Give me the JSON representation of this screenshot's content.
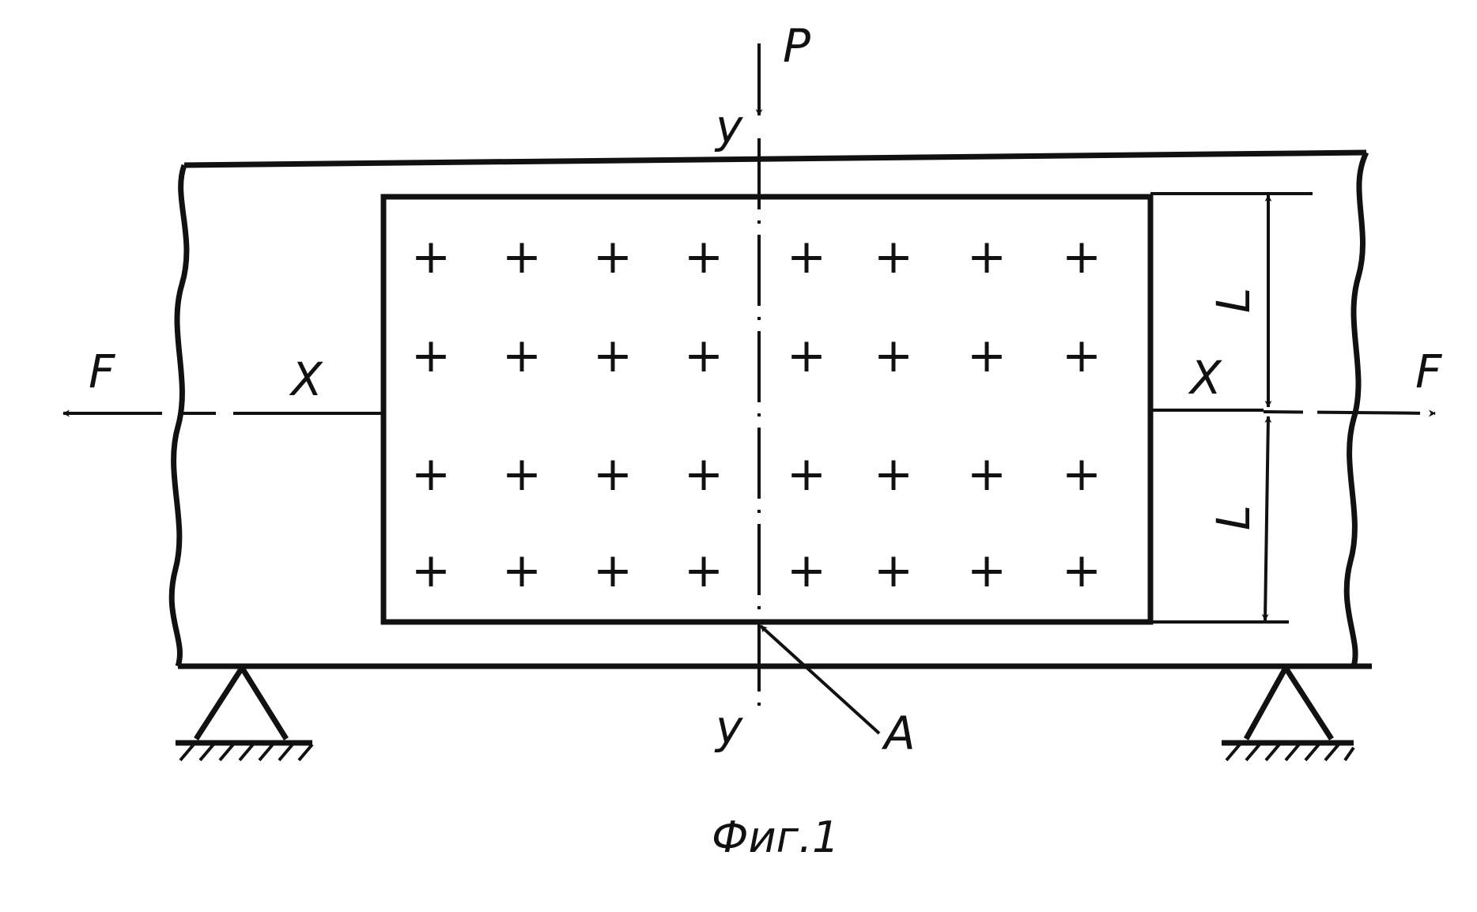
{
  "labels": {
    "load": "P",
    "axis_y_top": "y",
    "axis_y_bottom": "y",
    "force_left": "F",
    "force_right": "F",
    "axis_x_left": "X",
    "axis_x_right": "X",
    "dim_upper": "L",
    "dim_lower": "L",
    "point": "A",
    "caption": "Фиг.1"
  },
  "grid": {
    "rows": 4,
    "cols": 8,
    "symbol": "+"
  },
  "colors": {
    "ink": "#111111",
    "background": "#ffffff"
  }
}
